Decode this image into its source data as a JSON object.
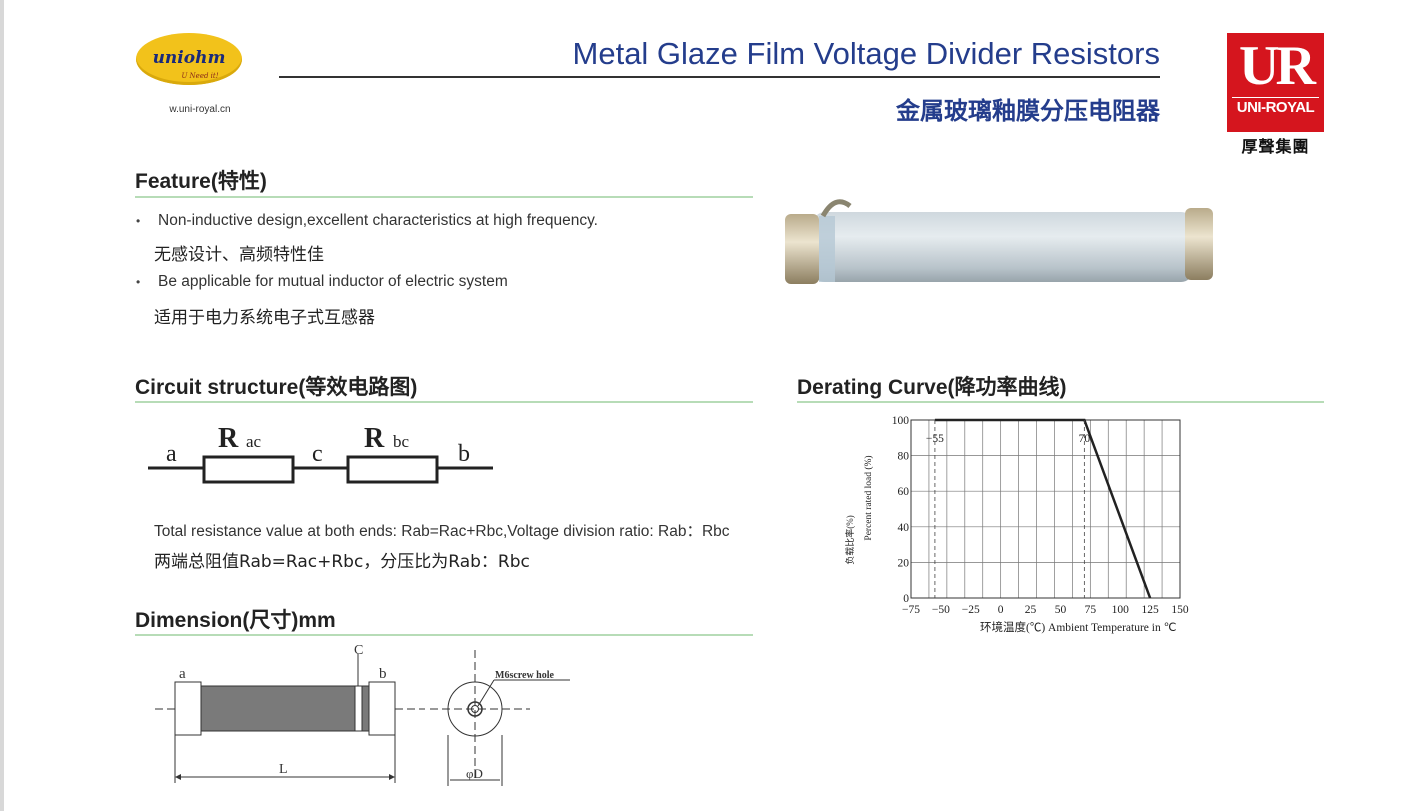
{
  "brand": {
    "logo_text": "uniohm",
    "slogan": "U Need it!",
    "url": "w.uni-royal.cn",
    "ur_letters": "UR",
    "ur_name": "UNI-ROYAL",
    "ur_cn": "厚聲集團",
    "colors": {
      "logo_yellow": "#f2c21b",
      "title_blue": "#243d8c",
      "brand_red": "#d5151e",
      "rule_green": "#b7dcb7"
    }
  },
  "header": {
    "title_en": "Metal Glaze Film Voltage Divider Resistors",
    "title_cn": "金属玻璃釉膜分压电阻器"
  },
  "feature": {
    "heading": "Feature(特性)",
    "items": [
      {
        "en": "Non-inductive design,excellent characteristics at high frequency.",
        "cn": "无感设计、高频特性佳"
      },
      {
        "en": "Be applicable for mutual inductor of electric system",
        "cn": "适用于电力系统电子式互感器"
      }
    ],
    "bullet": "•"
  },
  "circuit": {
    "heading": "Circuit structure(等效电路图)",
    "labels": {
      "a": "a",
      "rac_r": "R",
      "rac_sub": "ac",
      "c": "c",
      "rbc_r": "R",
      "rbc_sub": "bc",
      "b": "b"
    },
    "formula_en": "Total resistance value at both ends: Rab=Rac+Rbc,Voltage division ratio: Rab：Rbc",
    "formula_cn": "两端总阻值Rab=Rac+Rbc，分压比为Rab：Rbc"
  },
  "dimension": {
    "heading": "Dimension(尺寸)mm",
    "labels": {
      "a": "a",
      "b": "b",
      "c": "C",
      "length": "L",
      "diameter": "φD",
      "screw": "M6screw hole"
    }
  },
  "derating": {
    "heading": "Derating Curve(降功率曲线)"
  },
  "chart_data": {
    "type": "line",
    "title": "",
    "xlabel": "环境温度(℃) Ambient Temperature in ℃",
    "ylabel_cn": "负载比率(%)",
    "ylabel": "Percent rated load (%)",
    "xlim": [
      -75,
      150
    ],
    "ylim": [
      0,
      100
    ],
    "x_ticks": [
      -75,
      -50,
      -25,
      0,
      25,
      50,
      75,
      100,
      125,
      150
    ],
    "x_tick_labels": [
      "−75",
      "−50",
      "−25",
      "0",
      "25",
      "50",
      "75",
      "100",
      "125",
      "150"
    ],
    "y_ticks": [
      0,
      20,
      40,
      60,
      80,
      100
    ],
    "y_tick_labels": [
      "0",
      "20",
      "40",
      "60",
      "80",
      "100"
    ],
    "grid": true,
    "series": [
      {
        "x": [
          -55,
          70,
          125
        ],
        "y": [
          100,
          100,
          0
        ]
      }
    ],
    "annotations": [
      {
        "text": "−55",
        "x": -55
      },
      {
        "text": "70",
        "x": 70
      }
    ]
  }
}
